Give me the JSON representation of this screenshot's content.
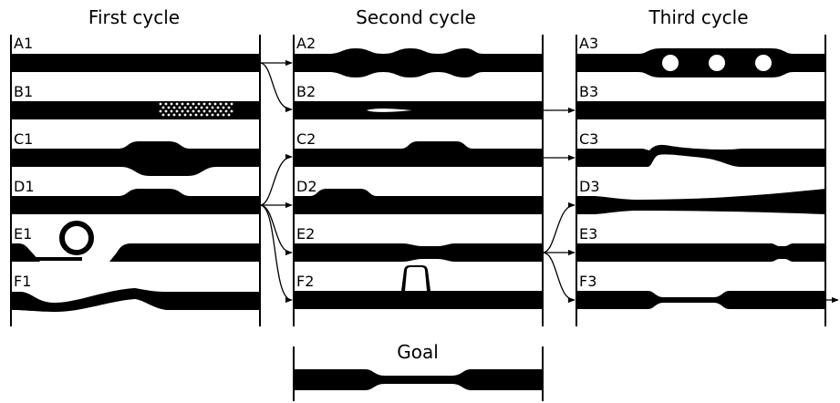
{
  "columns": [
    {
      "title": "First cycle",
      "rows": [
        {
          "label": "A1"
        },
        {
          "label": "B1"
        },
        {
          "label": "C1"
        },
        {
          "label": "D1"
        },
        {
          "label": "E1"
        },
        {
          "label": "F1"
        }
      ]
    },
    {
      "title": "Second cycle",
      "rows": [
        {
          "label": "A2"
        },
        {
          "label": "B2"
        },
        {
          "label": "C2"
        },
        {
          "label": "D2"
        },
        {
          "label": "E2"
        },
        {
          "label": "F2"
        }
      ]
    },
    {
      "title": "Third cycle",
      "rows": [
        {
          "label": "A3"
        },
        {
          "label": "B3"
        },
        {
          "label": "C3"
        },
        {
          "label": "D3"
        },
        {
          "label": "E3"
        },
        {
          "label": "F3"
        }
      ]
    }
  ],
  "goal": {
    "title": "Goal"
  },
  "arrows": [
    {
      "from": "A1",
      "to": "A2"
    },
    {
      "from": "A1",
      "to": "B2"
    },
    {
      "from": "D1",
      "to": "C2"
    },
    {
      "from": "D1",
      "to": "D2"
    },
    {
      "from": "D1",
      "to": "E2"
    },
    {
      "from": "D1",
      "to": "F2"
    },
    {
      "from": "B2",
      "to": "B3"
    },
    {
      "from": "C2",
      "to": "C3"
    },
    {
      "from": "E2",
      "to": "D3"
    },
    {
      "from": "E2",
      "to": "E3"
    },
    {
      "from": "E2",
      "to": "F3"
    },
    {
      "from": "F3",
      "to": "output"
    }
  ]
}
